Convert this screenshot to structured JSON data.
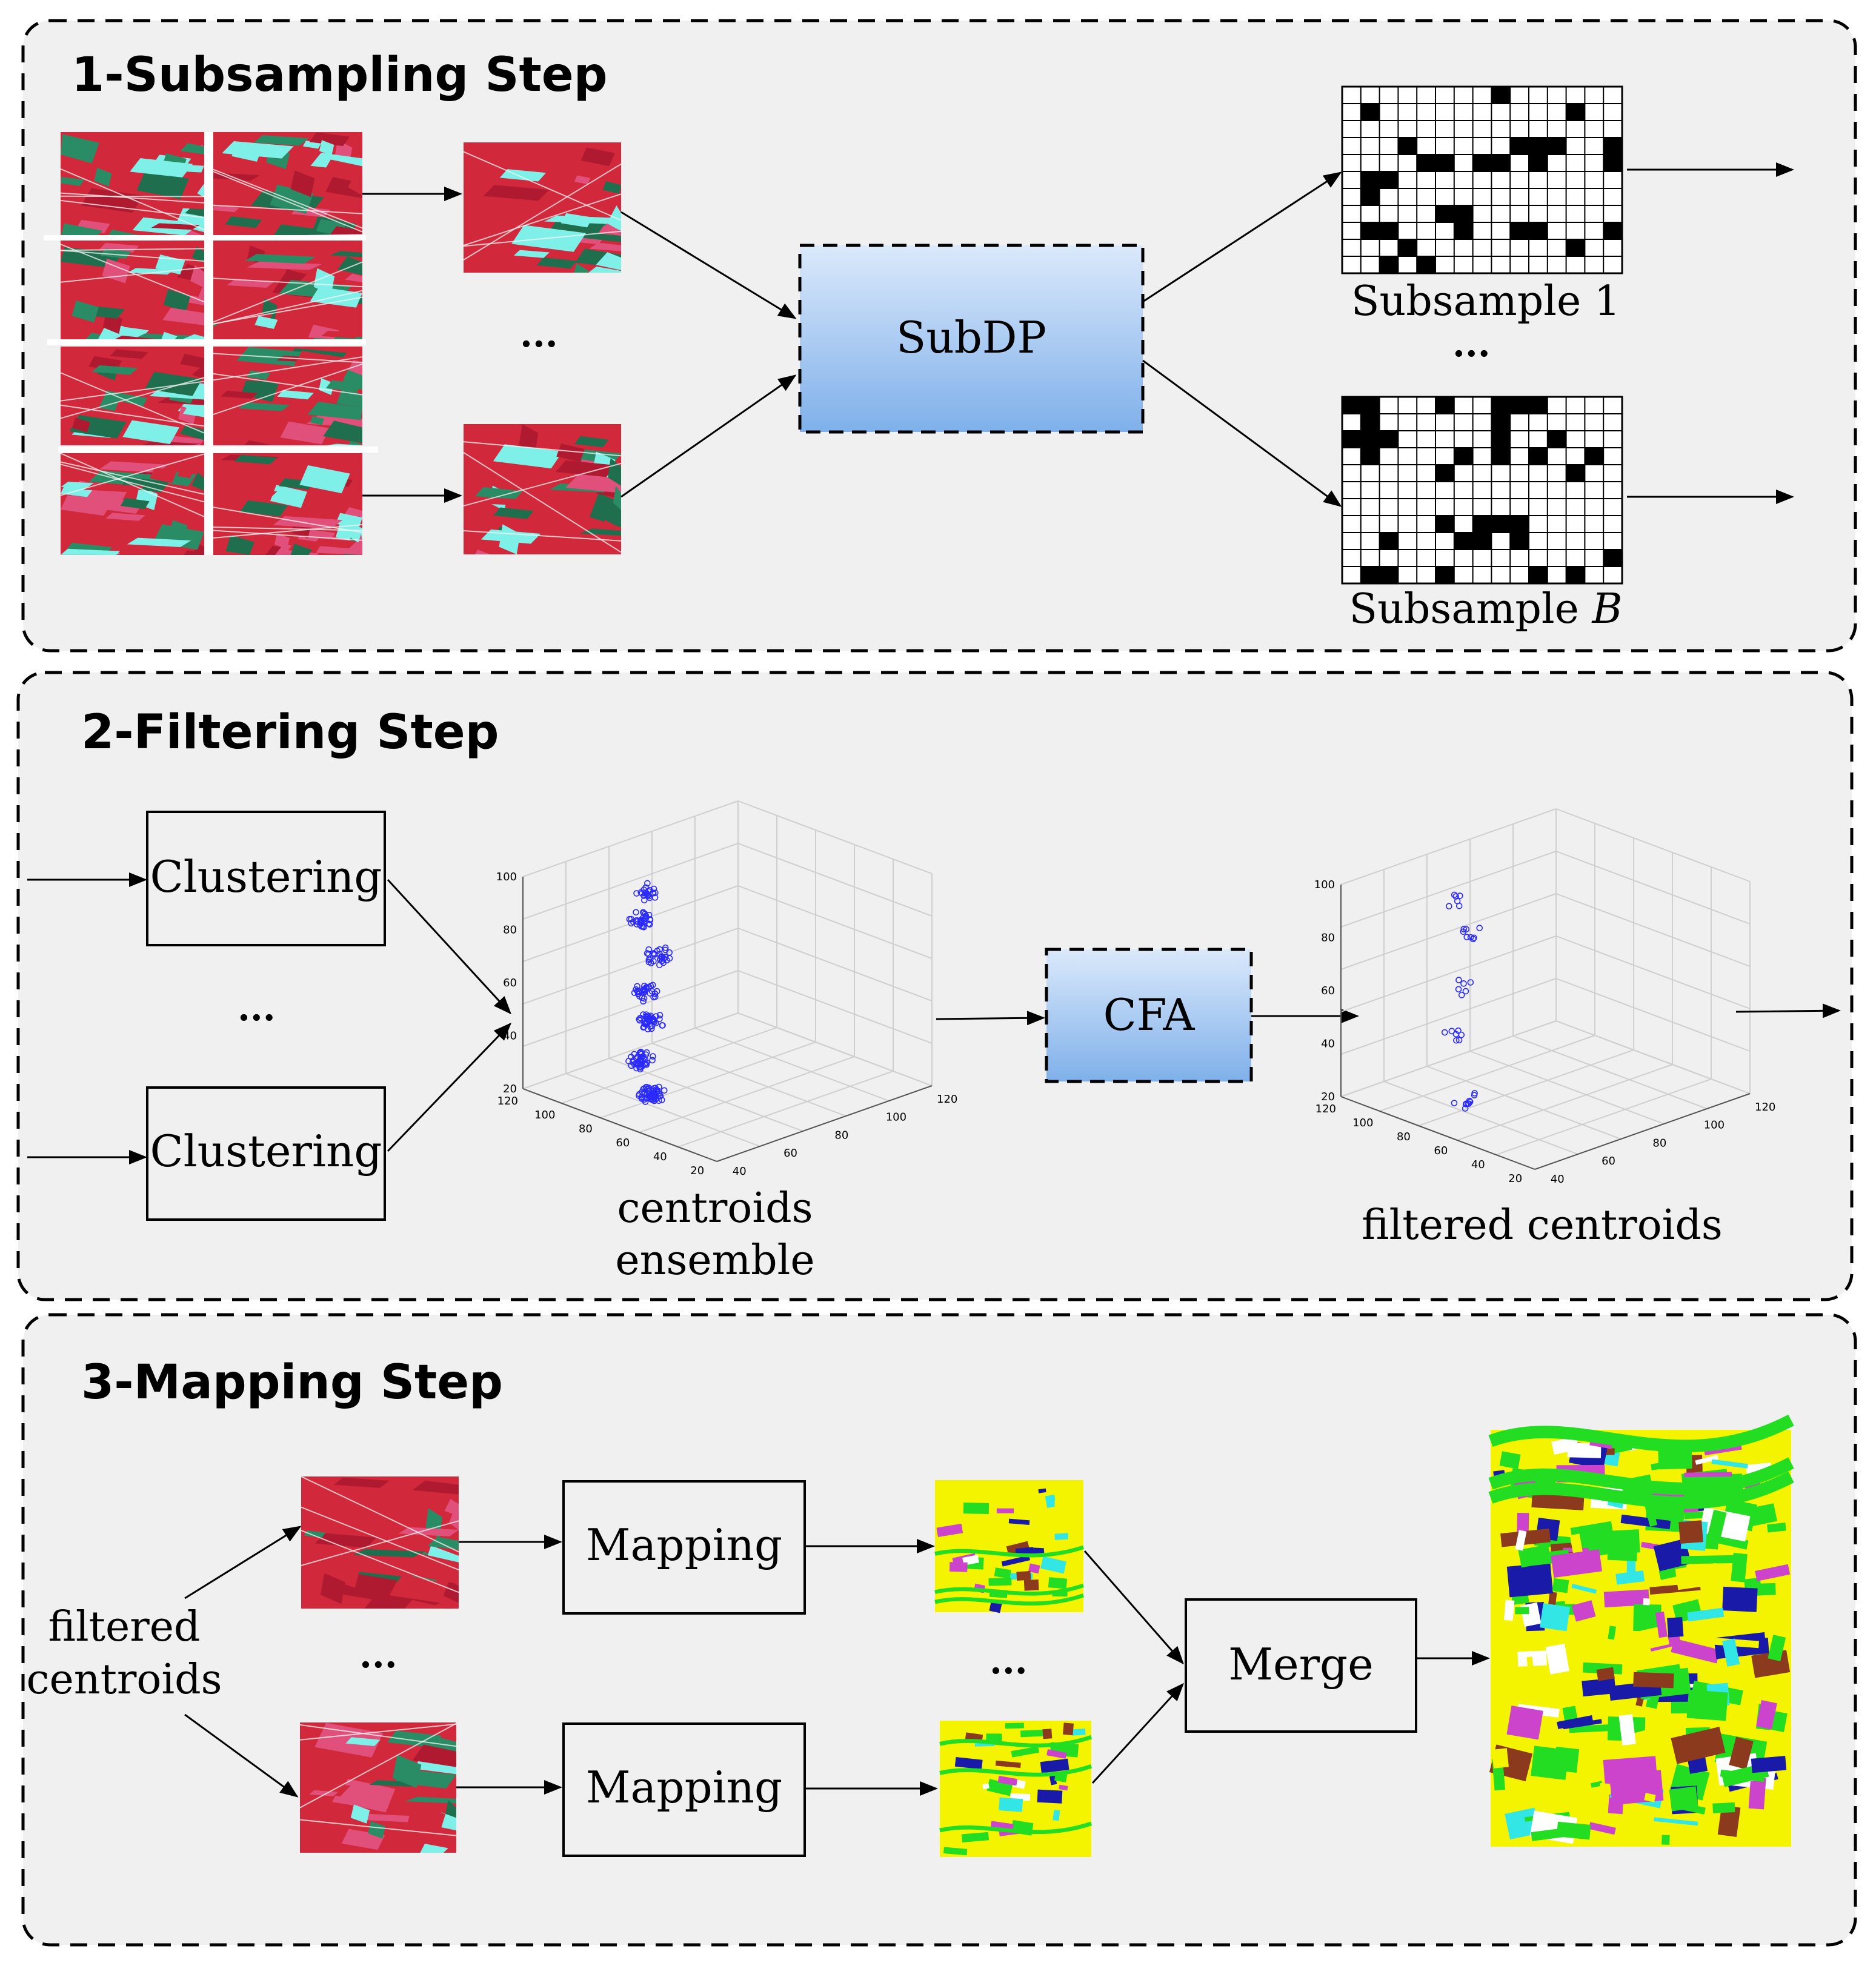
{
  "steps": {
    "subsampling": {
      "title": "1-Subsampling Step",
      "process_label": "SubDP",
      "subsample_first": "Subsample 1",
      "subsample_last_prefix": "Subsample ",
      "subsample_last_var": "B",
      "ellipsis_tiles": "...",
      "ellipsis_subsamples": "..."
    },
    "filtering": {
      "title": "2-Filtering Step",
      "cluster_top": "Clustering",
      "cluster_bottom": "Clustering",
      "ellipsis": "...",
      "process_label": "CFA",
      "ensemble_line1": "centroids",
      "ensemble_line2": "ensemble",
      "filtered_label": "filtered centroids",
      "axis_ticks_vertical": [
        "20",
        "40",
        "60",
        "80",
        "100"
      ],
      "axis_ticks_left": [
        "120",
        "100",
        "80",
        "60",
        "40",
        "20"
      ],
      "axis_ticks_right": [
        "40",
        "60",
        "80",
        "100",
        "120"
      ]
    },
    "mapping": {
      "title": "3-Mapping Step",
      "input_line1": "filtered",
      "input_line2": "centroids",
      "map_top": "Mapping",
      "map_bottom": "Mapping",
      "merge_label": "Merge",
      "ellipsis_tiles": "...",
      "ellipsis_maps": "..."
    }
  },
  "colors": {
    "panel_bg": "#f0f0f0",
    "process_top": "#dbe9fb",
    "process_bottom": "#7fb0ea",
    "satellite_red": "#d2283c",
    "satellite_green": "#2a8c64",
    "satellite_cyan": "#7ef0e8",
    "map_yellow": "#f4f400",
    "map_green": "#22dd22",
    "map_cyan": "#33e6e6",
    "map_brown": "#8b3a1e",
    "map_magenta": "#cc44cc",
    "map_blue": "#1a1aa8",
    "point_blue": "#2a2aff"
  }
}
